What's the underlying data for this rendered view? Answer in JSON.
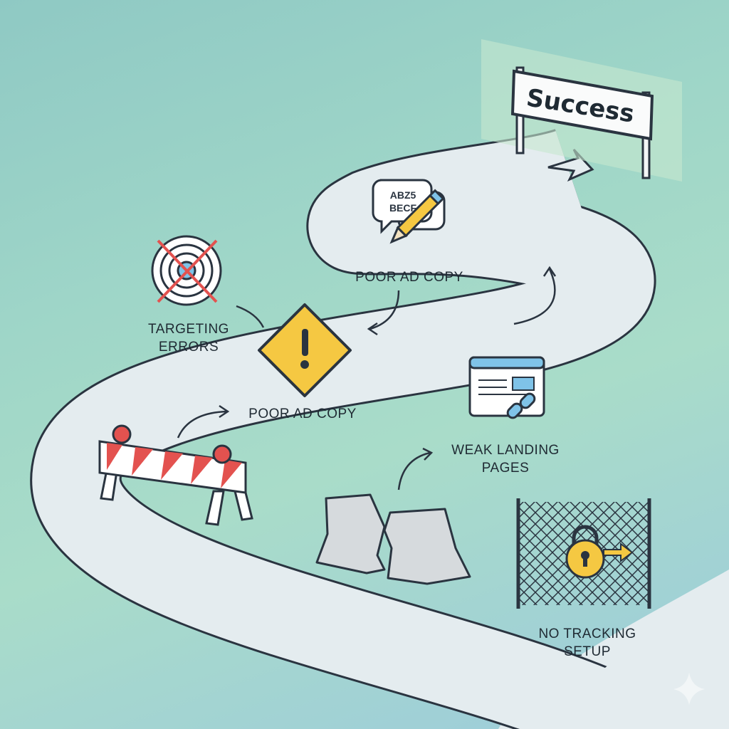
{
  "goal": {
    "label": "Success"
  },
  "obstacles": [
    {
      "label": "TARGETING ERRORS",
      "line1": "TARGETING",
      "line2": "ERRORS",
      "icon": "crossed-target-icon"
    },
    {
      "label": "POOR AD COPY",
      "icon": "warning-sign-icon"
    },
    {
      "label": "POOR AD COPY",
      "icon": "speech-bubble-pencil-icon",
      "bubble_line1": "ABZ5",
      "bubble_line2": "BECF"
    },
    {
      "label": "WEAK LANDING PAGES",
      "line1": "WEAK LANDING",
      "line2": "PAGES",
      "icon": "webpage-broken-link-icon"
    },
    {
      "label": "NO TRACKING SETUP",
      "line1": "NO TRACKING",
      "line2": "SETUP",
      "icon": "locked-fence-icon"
    }
  ],
  "colors": {
    "road": "#e4ecef",
    "outline": "#2a3440",
    "warning": "#f5c842",
    "barrier_red": "#e3524f",
    "link_blue": "#7fc3e8"
  }
}
